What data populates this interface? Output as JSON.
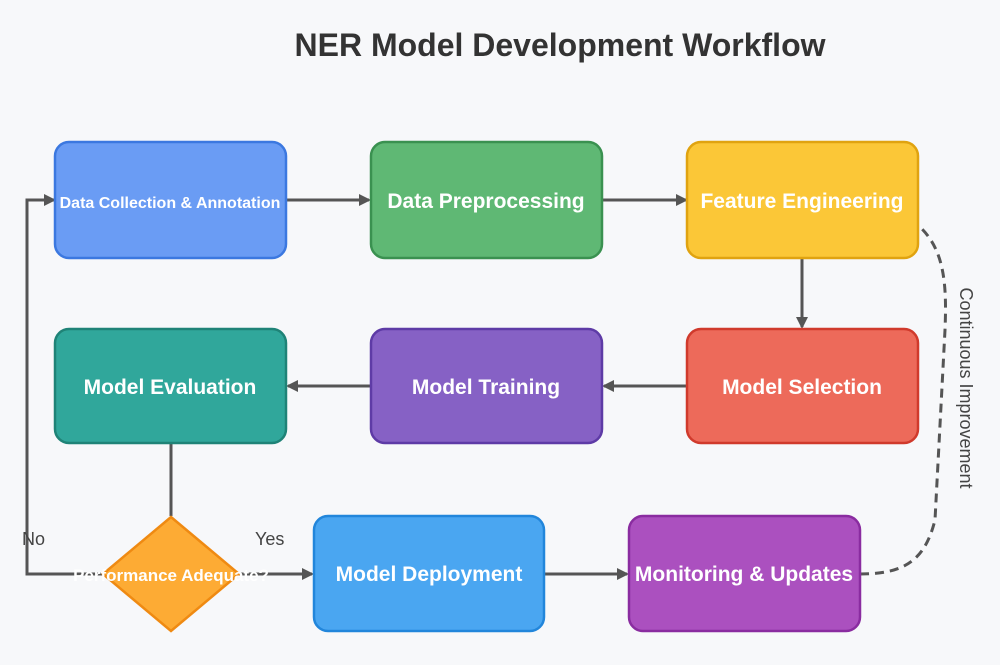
{
  "title": "NER Model Development Workflow",
  "nodes": {
    "data_collection": {
      "label": "Data Collection & Annotation",
      "fill": "#6a9cf4",
      "stroke": "#3b78e0"
    },
    "data_preprocessing": {
      "label": "Data Preprocessing",
      "fill": "#5fb874",
      "stroke": "#3a9150"
    },
    "feature_engineering": {
      "label": "Feature Engineering",
      "fill": "#fbc737",
      "stroke": "#e0a310"
    },
    "model_selection": {
      "label": "Model Selection",
      "fill": "#ed6a5a",
      "stroke": "#d03a2c"
    },
    "model_training": {
      "label": "Model Training",
      "fill": "#8661c5",
      "stroke": "#5e3ba6"
    },
    "model_evaluation": {
      "label": "Model Evaluation",
      "fill": "#30a79b",
      "stroke": "#1f8377"
    },
    "performance_check": {
      "label": "Performance Adequate?",
      "fill": "#fdab34",
      "stroke": "#ef8a12"
    },
    "model_deployment": {
      "label": "Model Deployment",
      "fill": "#4aa6f1",
      "stroke": "#2286db"
    },
    "monitoring": {
      "label": "Monitoring & Updates",
      "fill": "#ab50bf",
      "stroke": "#8a2ca0"
    }
  },
  "edges": {
    "no_label": "No",
    "yes_label": "Yes",
    "continuous_label": "Continuous Improvement"
  },
  "colors": {
    "background": "#f7f8fa",
    "arrow": "#555555",
    "title": "#333333"
  }
}
